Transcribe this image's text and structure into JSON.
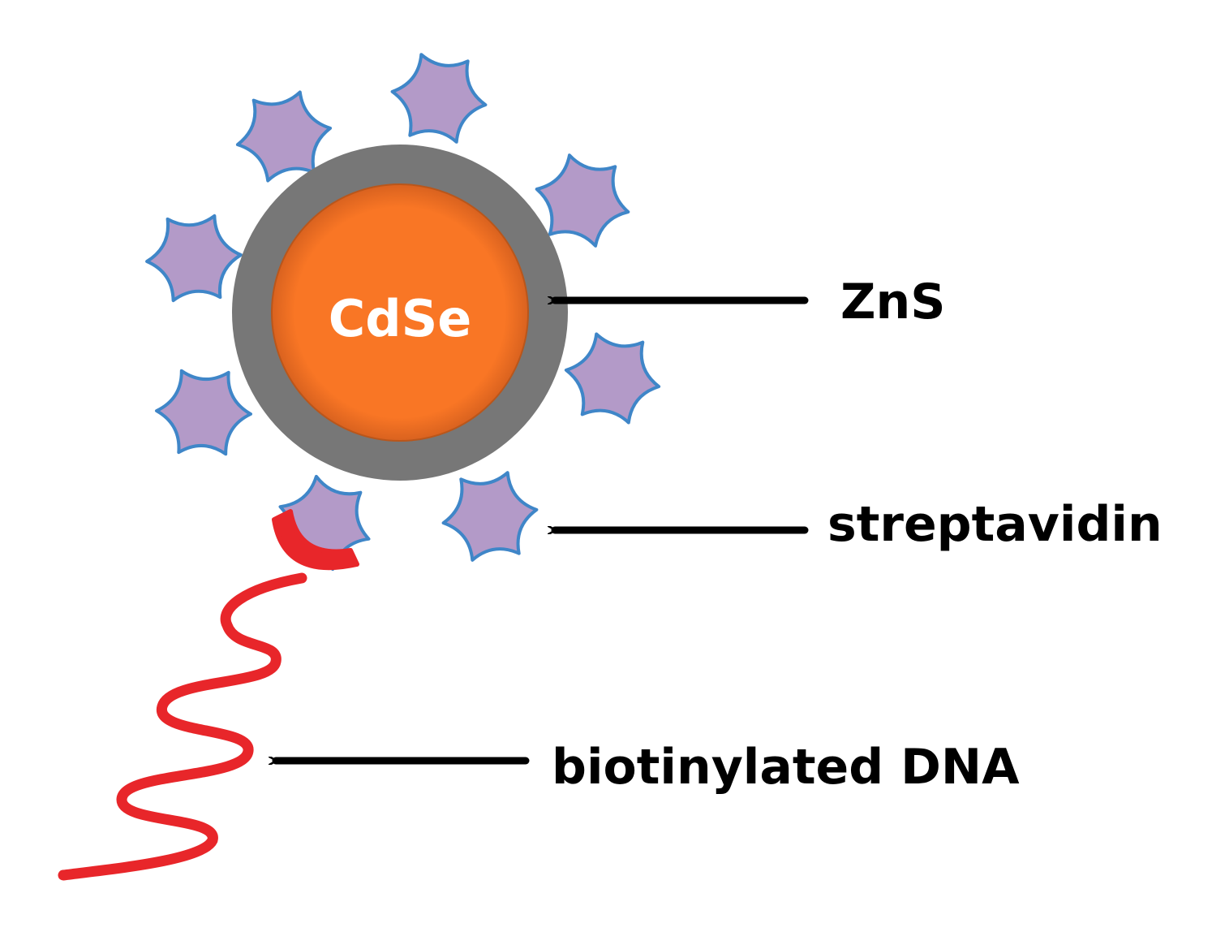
{
  "labels": {
    "core": "CdSe",
    "shell": "ZnS",
    "protein": "streptavidin",
    "dna": "biotinylated DNA"
  },
  "colors": {
    "core_fill": "#f97625",
    "core_edge": "#c4531a",
    "shell": "#777777",
    "streptavidin_fill": "#b39ac8",
    "streptavidin_edge": "#3f86c8",
    "dna": "#e8262a",
    "arrows": "#000000",
    "text": "#000000"
  },
  "icons": {
    "streptavidin": "streptavidin-protein-icon",
    "dna": "dna-strand-icon",
    "arrow": "arrow-left-icon"
  }
}
